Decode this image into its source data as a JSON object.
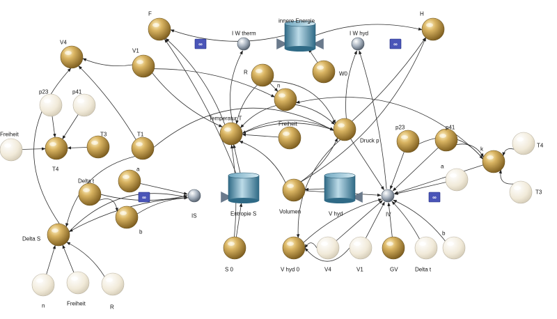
{
  "diagram": {
    "nodes": [
      {
        "id": "F",
        "label": "F",
        "kind": "gold"
      },
      {
        "id": "H",
        "label": "H",
        "kind": "gold"
      },
      {
        "id": "V4a",
        "label": "V4",
        "kind": "gold"
      },
      {
        "id": "V1a",
        "label": "V1",
        "kind": "gold"
      },
      {
        "id": "p23a",
        "label": "p23",
        "kind": "cream"
      },
      {
        "id": "p41a",
        "label": "p41",
        "kind": "cream"
      },
      {
        "id": "Freiheit1",
        "label": "Freiheit",
        "kind": "cream"
      },
      {
        "id": "T4a",
        "label": "T4",
        "kind": "gold"
      },
      {
        "id": "T3a",
        "label": "T3",
        "kind": "gold"
      },
      {
        "id": "T1",
        "label": "T1",
        "kind": "gold"
      },
      {
        "id": "a1",
        "label": "a",
        "kind": "gold"
      },
      {
        "id": "deltat1",
        "label": "Delta t",
        "kind": "gold"
      },
      {
        "id": "b1",
        "label": "b",
        "kind": "gold"
      },
      {
        "id": "deltaS",
        "label": "Delta S",
        "kind": "gold"
      },
      {
        "id": "n1",
        "label": "n",
        "kind": "cream"
      },
      {
        "id": "Freiheit2",
        "label": "Freiheit",
        "kind": "cream"
      },
      {
        "id": "R1",
        "label": "R",
        "kind": "cream"
      },
      {
        "id": "R2",
        "label": "R",
        "kind": "gold"
      },
      {
        "id": "n2",
        "label": "n",
        "kind": "gold"
      },
      {
        "id": "TemperaturT",
        "label": "Temperatur T",
        "kind": "gold"
      },
      {
        "id": "Freiheit3",
        "label": "Freiheit",
        "kind": "gold"
      },
      {
        "id": "W0",
        "label": "W0",
        "kind": "gold"
      },
      {
        "id": "DruckP",
        "label": "Druck p",
        "kind": "gold"
      },
      {
        "id": "p23b",
        "label": "p23",
        "kind": "gold"
      },
      {
        "id": "p41b",
        "label": "p41",
        "kind": "gold"
      },
      {
        "id": "k",
        "label": "k",
        "kind": "gold"
      },
      {
        "id": "T4b",
        "label": "T4",
        "kind": "cream"
      },
      {
        "id": "T3b",
        "label": "T3",
        "kind": "cream"
      },
      {
        "id": "a2",
        "label": "a",
        "kind": "cream"
      },
      {
        "id": "Volumen",
        "label": "Volumen",
        "kind": "gold"
      },
      {
        "id": "S0",
        "label": "S 0",
        "kind": "gold"
      },
      {
        "id": "Vhyd0",
        "label": "V hyd 0",
        "kind": "gold"
      },
      {
        "id": "V4b",
        "label": "V4",
        "kind": "cream"
      },
      {
        "id": "V1b",
        "label": "V1",
        "kind": "cream"
      },
      {
        "id": "GV",
        "label": "GV",
        "kind": "gold"
      },
      {
        "id": "deltat2",
        "label": "Delta t",
        "kind": "cream"
      },
      {
        "id": "b2",
        "label": "b",
        "kind": "cream"
      }
    ],
    "stocks": [
      {
        "id": "innereEnergie",
        "label": "innere Energie"
      },
      {
        "id": "entropieS",
        "label": "Entropie S"
      },
      {
        "id": "Vhyd",
        "label": "V hyd"
      }
    ],
    "valves": [
      {
        "id": "IWtherm",
        "label": "I W therm"
      },
      {
        "id": "IWhyd",
        "label": "I W hyd"
      },
      {
        "id": "IS",
        "label": "IS"
      },
      {
        "id": "IV",
        "label": "IV"
      }
    ],
    "clouds": [
      {
        "id": "c1",
        "symbol": "∞"
      },
      {
        "id": "c2",
        "symbol": "∞"
      },
      {
        "id": "c3",
        "symbol": "∞"
      },
      {
        "id": "c4",
        "symbol": "∞"
      }
    ],
    "colors": {
      "gold": "#b8913f",
      "cream": "#efe8d6",
      "stock": "#4f8aa6",
      "valve": "#7d8a99",
      "cloud": "#4a55b8",
      "flow_pipe": "#5b6f85",
      "connector": "#2e2e2e"
    }
  }
}
